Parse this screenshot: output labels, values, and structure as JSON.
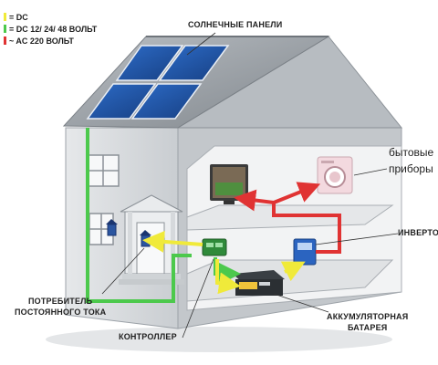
{
  "legend": [
    {
      "label": "= DC",
      "color": "#f0ea3a"
    },
    {
      "label": "= DC 12/ 24/ 48 ВОЛЬТ",
      "color": "#4cc94c"
    },
    {
      "label": "~ AC 220 ВОЛЬТ",
      "color": "#e03333"
    }
  ],
  "labels": {
    "solar_panels": "СОЛНЕЧНЫЕ ПАНЕЛИ",
    "appliances_line1": "бытовые",
    "appliances_line2": "приборы",
    "inverter": "ИНВЕРТОР",
    "battery_line1": "АККУМУЛЯТОРНАЯ",
    "battery_line2": "БАТАРЕЯ",
    "controller": "КОНТРОЛЛЕР",
    "dc_consumer_line1": "ПОТРЕБИТЕЛЬ",
    "dc_consumer_line2": "ПОСТОЯННОГО ТОКА"
  },
  "colors": {
    "dc": "#f0ea3a",
    "dc_low": "#4cc94c",
    "ac": "#e03333",
    "roof": "#9aa0a6",
    "wall": "#dcdfe2",
    "panel": "#1d4f9a",
    "interior": "#f2f3f4"
  }
}
